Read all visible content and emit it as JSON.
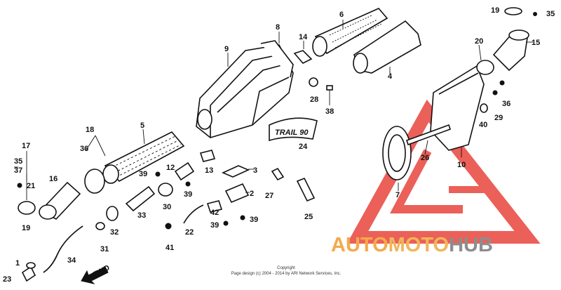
{
  "diagram": {
    "part_labels": [
      {
        "id": "p1",
        "text": "1"
      },
      {
        "id": "p2",
        "text": "2"
      },
      {
        "id": "p3",
        "text": "3"
      },
      {
        "id": "p4",
        "text": "4"
      },
      {
        "id": "p5",
        "text": "5"
      },
      {
        "id": "p6",
        "text": "6"
      },
      {
        "id": "p7",
        "text": "7"
      },
      {
        "id": "p8",
        "text": "8"
      },
      {
        "id": "p9",
        "text": "9"
      },
      {
        "id": "p10",
        "text": "10"
      },
      {
        "id": "p12",
        "text": "12"
      },
      {
        "id": "p13",
        "text": "13"
      },
      {
        "id": "p14",
        "text": "14"
      },
      {
        "id": "p15",
        "text": "15"
      },
      {
        "id": "p16",
        "text": "16"
      },
      {
        "id": "p17",
        "text": "17"
      },
      {
        "id": "p18",
        "text": "18"
      },
      {
        "id": "p19a",
        "text": "19"
      },
      {
        "id": "p19b",
        "text": "19"
      },
      {
        "id": "p20",
        "text": "20"
      },
      {
        "id": "p21",
        "text": "21"
      },
      {
        "id": "p22",
        "text": "22"
      },
      {
        "id": "p23",
        "text": "23"
      },
      {
        "id": "p24",
        "text": "24"
      },
      {
        "id": "p25",
        "text": "25"
      },
      {
        "id": "p26",
        "text": "26"
      },
      {
        "id": "p27",
        "text": "27"
      },
      {
        "id": "p28",
        "text": "28"
      },
      {
        "id": "p29",
        "text": "29"
      },
      {
        "id": "p30",
        "text": "30"
      },
      {
        "id": "p31",
        "text": "31"
      },
      {
        "id": "p32",
        "text": "32"
      },
      {
        "id": "p33",
        "text": "33"
      },
      {
        "id": "p34",
        "text": "34"
      },
      {
        "id": "p35a",
        "text": "35"
      },
      {
        "id": "p35b",
        "text": "35"
      },
      {
        "id": "p36a",
        "text": "36"
      },
      {
        "id": "p36b",
        "text": "36"
      },
      {
        "id": "p37",
        "text": "37"
      },
      {
        "id": "p38",
        "text": "38"
      },
      {
        "id": "p39a",
        "text": "39"
      },
      {
        "id": "p39b",
        "text": "39"
      },
      {
        "id": "p39c",
        "text": "39"
      },
      {
        "id": "p39d",
        "text": "39"
      },
      {
        "id": "p40",
        "text": "40"
      },
      {
        "id": "p41",
        "text": "41"
      },
      {
        "id": "p42",
        "text": "42"
      }
    ],
    "fwd_label": "FWD",
    "emblem_text": "TRAIL 90",
    "copyright_line1": "Copyright",
    "copyright_line2": "Page design (c) 2004 - 2014 by ARI Network Services, Inc."
  },
  "watermark": {
    "part1": "AUTO",
    "part2": "MOTO",
    "part3": "HUB",
    "colors": {
      "red": "#e8453c",
      "orange": "#f4a94a",
      "gray": "#8d8d8d"
    }
  }
}
